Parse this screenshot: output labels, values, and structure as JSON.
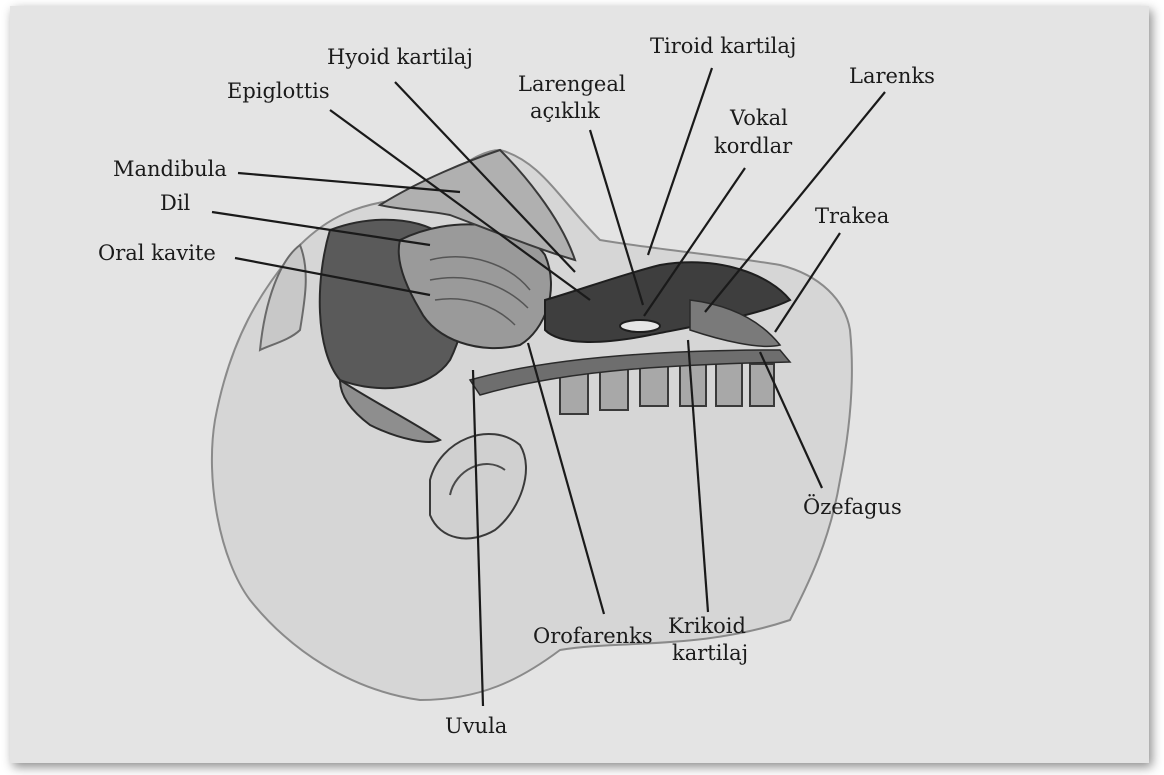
{
  "labels": {
    "hyoid": "Hyoid kartilaj",
    "tiroid": "Tiroid kartilaj",
    "epiglottis": "Epiglottis",
    "larengeal_1": "Larengeal",
    "larengeal_2": "açıklık",
    "larenks": "Larenks",
    "vokal_1": "Vokal",
    "vokal_2": "kordlar",
    "mandibula": "Mandibula",
    "dil": "Dil",
    "trakea": "Trakea",
    "oral_kavite": "Oral kavite",
    "ozefagus": "Özefagus",
    "orofarenks": "Orofarenks",
    "krikoid_1": "Krikoid",
    "krikoid_2": "kartilaj",
    "uvula": "Uvula"
  }
}
